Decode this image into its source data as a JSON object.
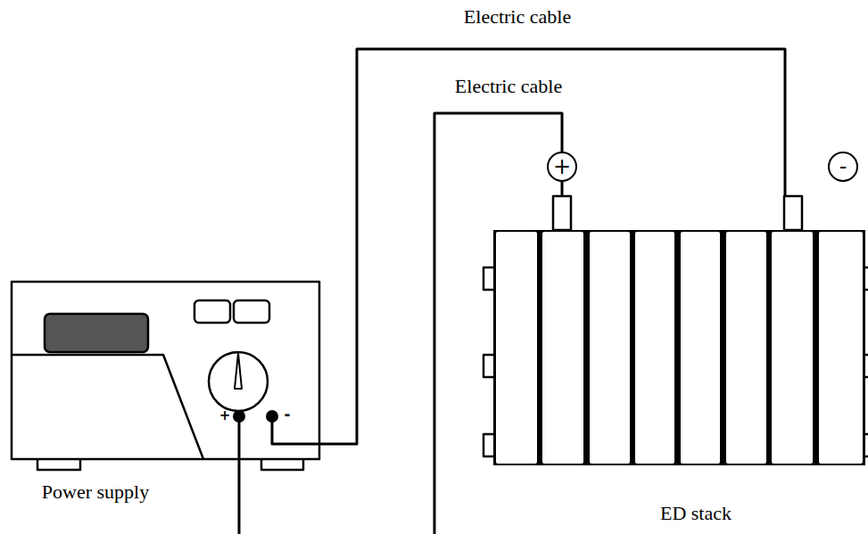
{
  "diagram": {
    "nodes": [
      {
        "text": [
          "+"
        ]
      },
      {
        "text": [
          "-"
        ]
      }
    ],
    "labels": [
      "Electric cable",
      "Electric cable",
      "+",
      "-",
      "Power supply",
      "ED stack"
    ]
  }
}
